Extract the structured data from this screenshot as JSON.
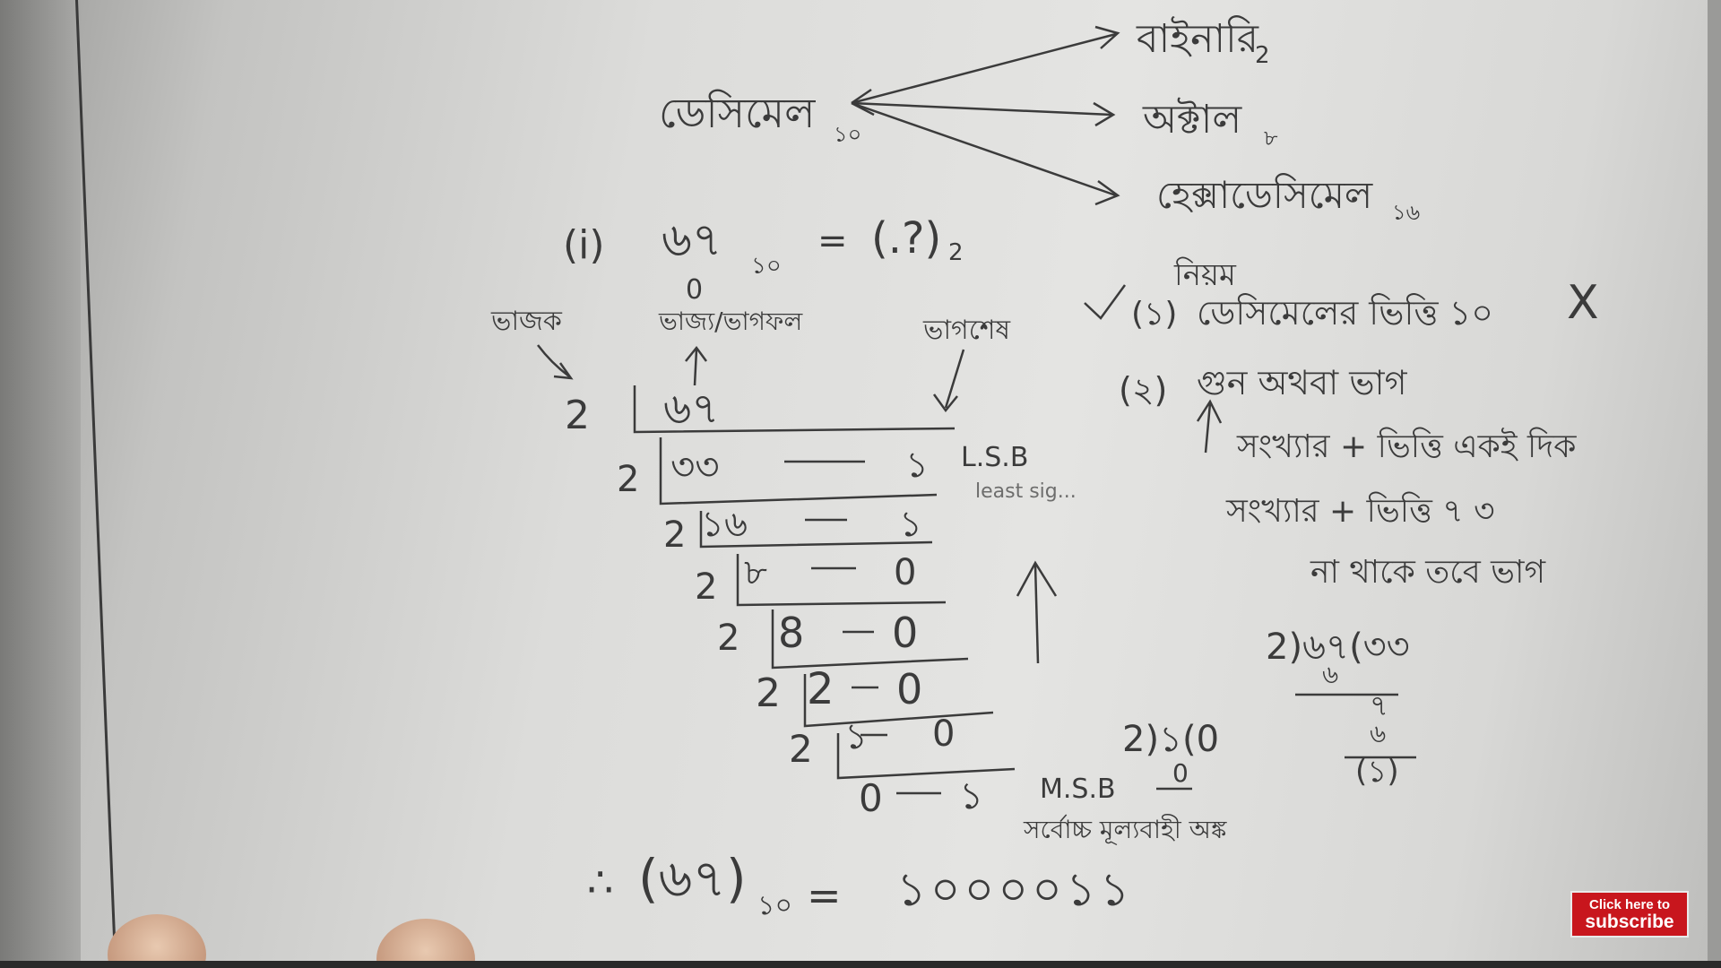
{
  "video": {
    "notebook": {
      "title_left": "ডেসিমেল",
      "title_left_sub": "১০",
      "targets": [
        {
          "label": "বাইনারি",
          "sub": "2"
        },
        {
          "label": "অক্টাল",
          "sub": "৮"
        },
        {
          "label": "হেক্সাডেসিমেল",
          "sub": "১৬"
        }
      ],
      "problem": {
        "number_label": "(i)",
        "lhs": "৬৭",
        "lhs_sub": "১০",
        "equals": "=",
        "rhs": "(.?)",
        "rhs_sub": "2"
      },
      "labels": {
        "divisor": "ভাজক",
        "dividend": "ভাজ্য/ভাগফল",
        "remainder": "ভাগশেষ",
        "zero_mark": "0",
        "lsb": "L.S.B",
        "lsb_note": "least sig...",
        "msb": "M.S.B",
        "msb_note": "সর্বোচ্চ মূল্যবাহী অঙ্ক"
      },
      "division_rows": [
        {
          "divisor": "2",
          "dividend": "৬৭",
          "remainder": ""
        },
        {
          "divisor": "2",
          "dividend": "৩৩",
          "remainder": "১"
        },
        {
          "divisor": "2",
          "dividend": "১৬",
          "remainder": "১"
        },
        {
          "divisor": "2",
          "dividend": "৮",
          "remainder": "0"
        },
        {
          "divisor": "2",
          "dividend": "8",
          "remainder": "0"
        },
        {
          "divisor": "2",
          "dividend": "2",
          "remainder": "0"
        },
        {
          "divisor": "2",
          "dividend": "১",
          "remainder": "0"
        },
        {
          "divisor": "",
          "dividend": "0",
          "remainder": "১"
        }
      ],
      "result": {
        "therefore": "∴",
        "lhs": "(৬৭)",
        "lhs_sub": "১০",
        "equals": "=",
        "rhs": "১০০০০১১"
      },
      "rules": {
        "heading": "নিয়ম",
        "rule1_num": "(১)",
        "rule1": "ডেসিমেলের ভিত্তি ১০",
        "rule1_mark": "X",
        "rule2_num": "(২)",
        "rule2_line1": "গুন অথবা ভাগ",
        "rule2_line2": "সংখ্যার + ভিত্তি একই দিক",
        "rule2_line3": "সংখ্যার + ভিত্তি ৭ ৩",
        "rule2_line4": "না থাকে তবে ভাগ",
        "side_calc1": "2)৬৭(৩৩",
        "side_calc1_b": "৬",
        "side_calc1_c": "৭",
        "side_calc1_d": "৬",
        "side_calc1_e": "(১)",
        "side_calc2": "2)১(0",
        "side_calc2_b": "0"
      }
    },
    "overlay": {
      "subscribe_line1": "Click here to",
      "subscribe_line2": "subscribe",
      "subscribe_color": "#c8161d"
    }
  }
}
